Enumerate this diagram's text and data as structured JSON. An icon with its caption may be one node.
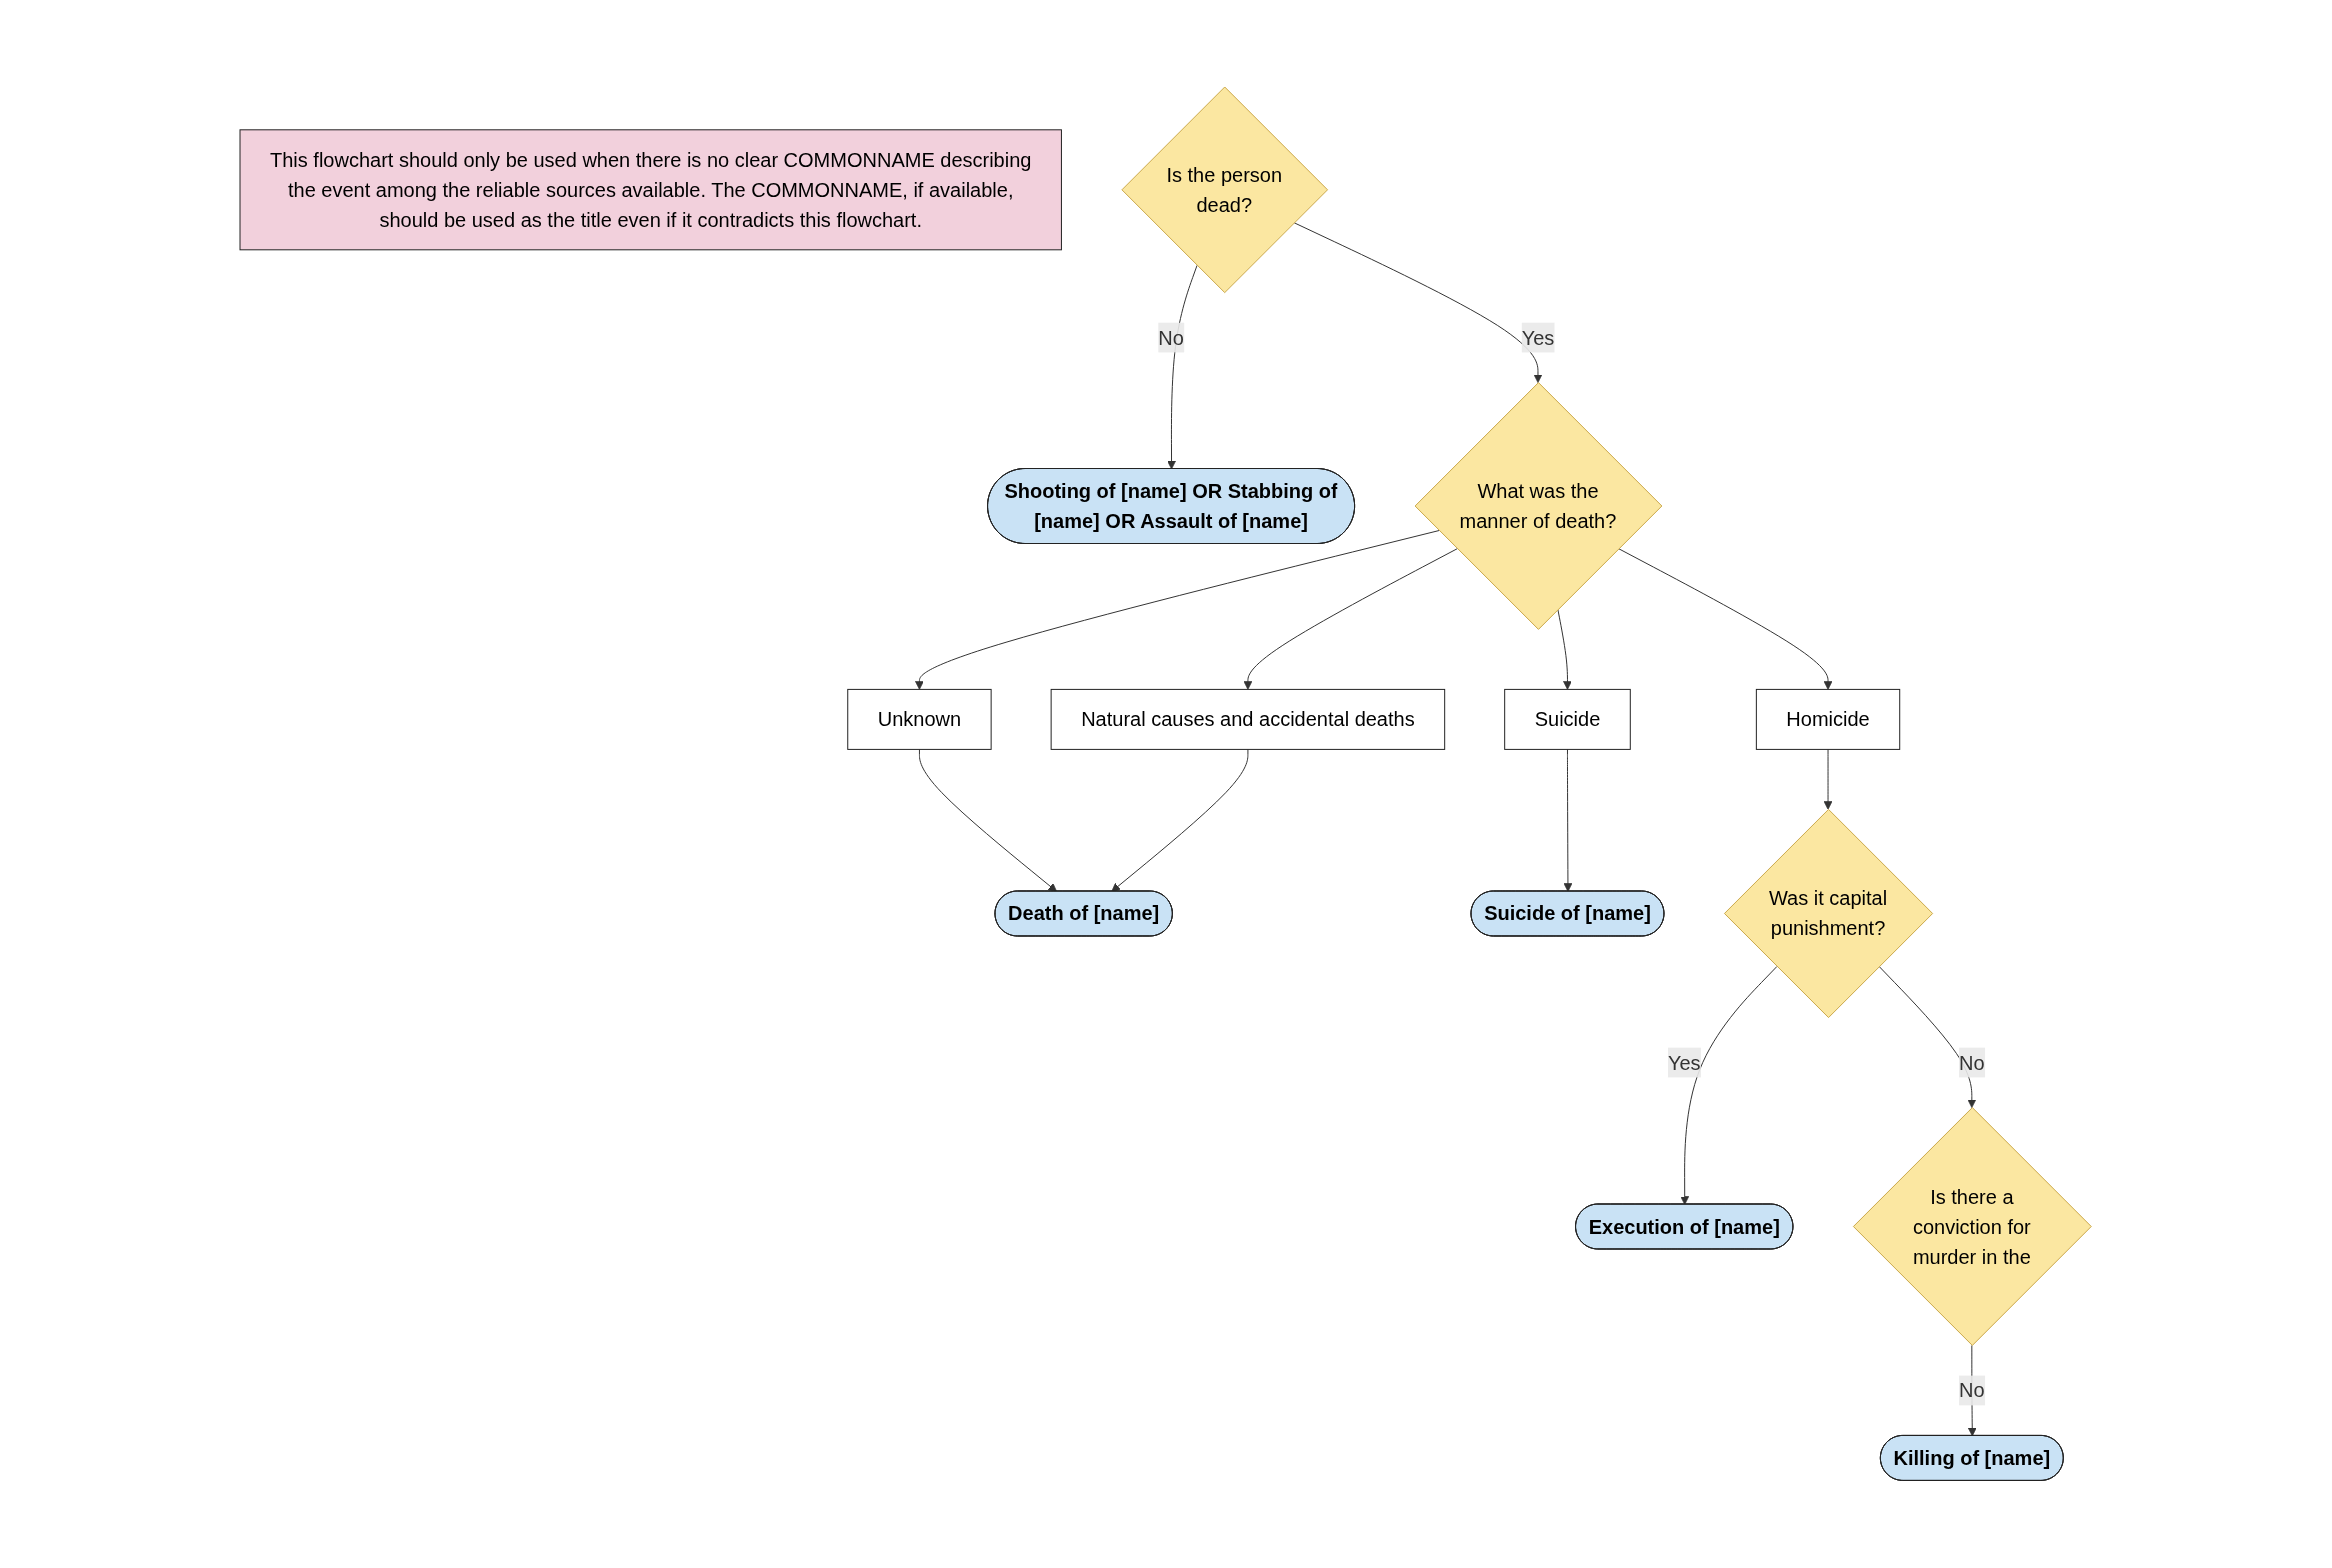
{
  "diagram": {
    "nodes": [
      {
        "text": [
          "This flowchart should only be used when there is no clear COMMONNAME describing the event among the reliable sources available. The COMMONNAME, if available, should be used as the title even if it contradicts this flowchart."
        ]
      },
      {
        "text": [
          "Is the person dead?"
        ]
      },
      {
        "text": [
          "**Shooting of [name]** OR **Stabbing of [name]** OR **Assault of [name]**"
        ]
      },
      {
        "text": [
          "What was the manner of death?"
        ]
      },
      {
        "text": [
          "Unknown"
        ]
      },
      {
        "text": [
          "Death of [name]"
        ]
      },
      {
        "text": [
          "Homicide"
        ]
      },
      {
        "text": [
          "Natural causes and accidental deaths"
        ]
      },
      {
        "text": [
          "Suicide"
        ]
      },
      {
        "text": [
          "Suicide of [name]"
        ]
      },
      {
        "text": [
          "Was it capital punishment?"
        ]
      },
      {
        "text": [
          "Execution of [name]"
        ]
      },
      {
        "text": [
          "Is there a conviction for murder in the"
        ]
      },
      {
        "text": [
          "Killing of [name]"
        ]
      }
    ],
    "edges": [
      {
        "from": 1,
        "to": 2,
        "arrow": "to",
        "label": "No"
      },
      {
        "from": 1,
        "to": 3,
        "arrow": "to",
        "label": "Yes"
      },
      {
        "from": 3,
        "to": 4,
        "arrow": "to"
      },
      {
        "from": 4,
        "to": 5,
        "arrow": "to"
      },
      {
        "from": 3,
        "to": 6,
        "arrow": "to"
      },
      {
        "from": 3,
        "to": 7,
        "arrow": "to"
      },
      {
        "from": 3,
        "to": 8,
        "arrow": "to"
      },
      {
        "from": 7,
        "to": 5,
        "arrow": "to"
      },
      {
        "from": 8,
        "to": 9,
        "arrow": "to"
      },
      {
        "from": 6,
        "to": 10,
        "arrow": "to"
      },
      {
        "from": 10,
        "to": 11,
        "arrow": "to",
        "label": "Yes"
      },
      {
        "from": 10,
        "to": 12,
        "arrow": "to",
        "label": "No"
      },
      {
        "from": 12,
        "to": 13,
        "arrow": "to",
        "label": "No"
      }
    ]
  }
}
